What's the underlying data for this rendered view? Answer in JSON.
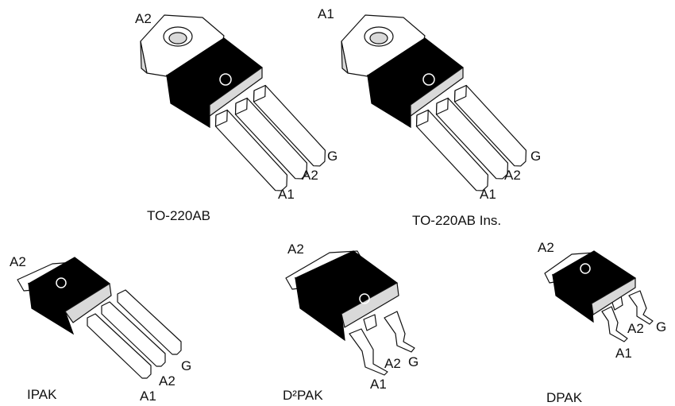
{
  "packages": [
    {
      "name": "TO-220AB",
      "pins": {
        "tab": "A2",
        "p1": "A1",
        "p2": "A2",
        "p3": "G"
      }
    },
    {
      "name": "TO-220AB Ins.",
      "pins": {
        "tab": "A1",
        "p1": "A1",
        "p2": "A2",
        "p3": "G"
      }
    },
    {
      "name": "IPAK",
      "pins": {
        "tab": "A2",
        "p1": "A1",
        "p2": "A2",
        "p3": "G"
      }
    },
    {
      "name": "D²PAK",
      "pins": {
        "tab": "A2",
        "p1": "A1",
        "p2": "A2",
        "p3": "G"
      }
    },
    {
      "name": "DPAK",
      "pins": {
        "tab": "A2",
        "p1": "A1",
        "p2": "A2",
        "p3": "G"
      }
    }
  ],
  "colors": {
    "body": "#000000",
    "metal": "#ffffff",
    "outline": "#111111",
    "shade": "#d9d9d9"
  }
}
